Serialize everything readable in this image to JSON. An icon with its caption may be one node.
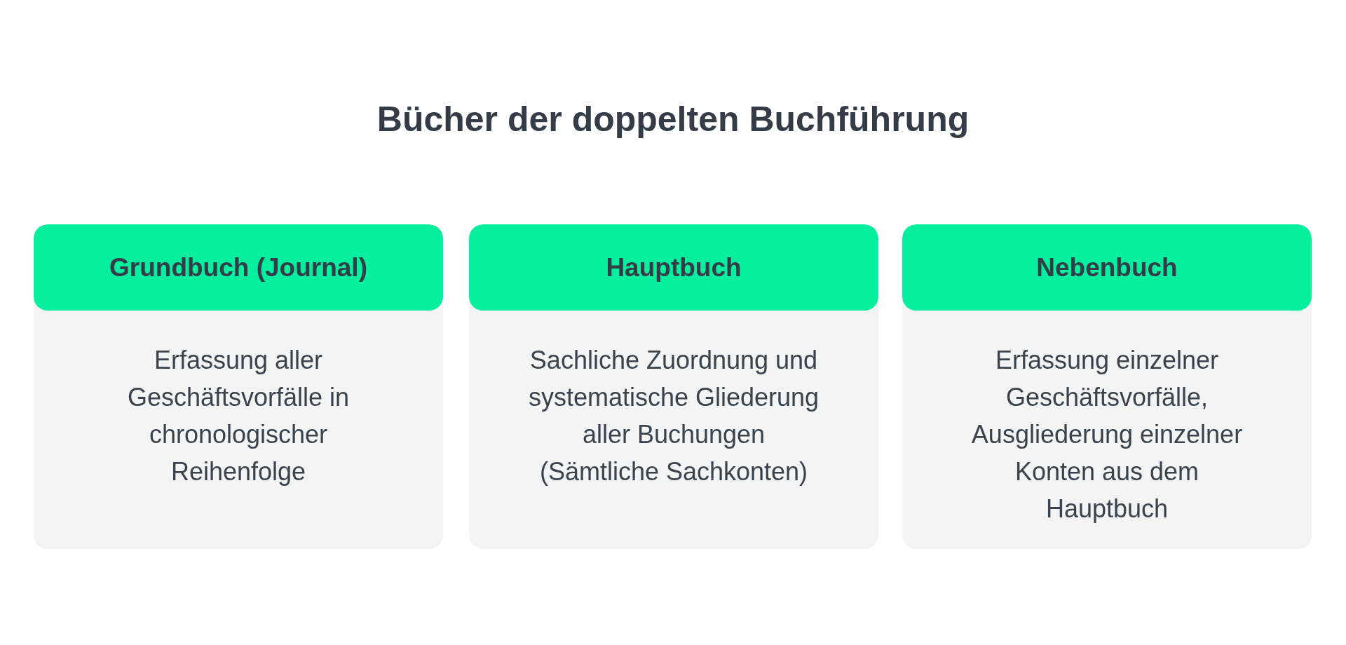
{
  "diagram": {
    "title": "Bücher der doppelten Buchführung",
    "nodes": [
      {
        "text": [
          "Grundbuch (Journal)",
          "Erfassung aller Geschäftsvorfälle in chronologischer Reihenfolge"
        ]
      },
      {
        "text": [
          "Hauptbuch",
          "Sachliche Zuordnung und systematische Gliederung aller Buchungen (Sämtliche Sachkonten)"
        ]
      },
      {
        "text": [
          "Nebenbuch",
          "Erfassung einzelner Geschäftsvorfälle, Ausgliederung einzelner Konten aus dem Hauptbuch"
        ]
      }
    ]
  }
}
